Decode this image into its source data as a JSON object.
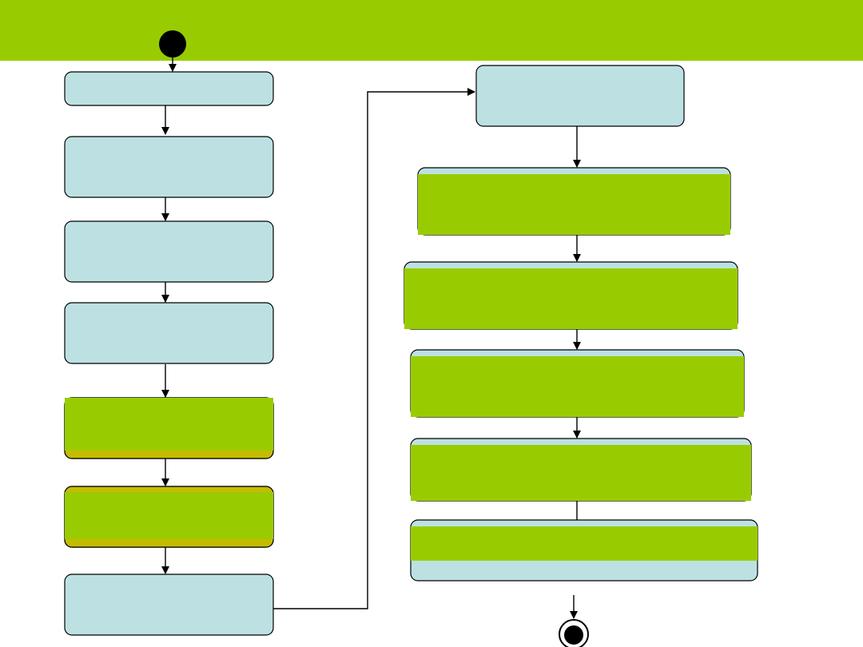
{
  "diagram": {
    "title": "",
    "colors": {
      "header_band": "#99cc00",
      "box_fill": "#bde1e2",
      "highlight_fill": "#99cc00",
      "highlight_edge": "#c4bc00",
      "line": "#000000"
    },
    "nodes": [
      {
        "id": "start",
        "kind": "start",
        "label": ""
      },
      {
        "id": "step-1",
        "kind": "action",
        "label": ""
      },
      {
        "id": "step-2",
        "kind": "action",
        "label": ""
      },
      {
        "id": "step-3",
        "kind": "action",
        "label": ""
      },
      {
        "id": "step-4",
        "kind": "action",
        "label": ""
      },
      {
        "id": "step-5",
        "kind": "action-highlight",
        "label": ""
      },
      {
        "id": "step-6",
        "kind": "action-highlight",
        "label": ""
      },
      {
        "id": "step-7",
        "kind": "action",
        "label": ""
      },
      {
        "id": "step-8",
        "kind": "action",
        "label": ""
      },
      {
        "id": "step-9",
        "kind": "action-highlight",
        "label": ""
      },
      {
        "id": "step-10",
        "kind": "action-highlight",
        "label": ""
      },
      {
        "id": "step-11",
        "kind": "action-highlight",
        "label": ""
      },
      {
        "id": "step-12",
        "kind": "action-highlight",
        "label": ""
      },
      {
        "id": "step-13",
        "kind": "action-highlight",
        "label": ""
      },
      {
        "id": "end",
        "kind": "end",
        "label": ""
      }
    ],
    "edges": [
      {
        "from": "start",
        "to": "step-1"
      },
      {
        "from": "step-1",
        "to": "step-2"
      },
      {
        "from": "step-2",
        "to": "step-3"
      },
      {
        "from": "step-3",
        "to": "step-4"
      },
      {
        "from": "step-4",
        "to": "step-5"
      },
      {
        "from": "step-5",
        "to": "step-6"
      },
      {
        "from": "step-6",
        "to": "step-7"
      },
      {
        "from": "step-7",
        "to": "step-8"
      },
      {
        "from": "step-8",
        "to": "step-9"
      },
      {
        "from": "step-9",
        "to": "step-10"
      },
      {
        "from": "step-10",
        "to": "step-11"
      },
      {
        "from": "step-11",
        "to": "step-12"
      },
      {
        "from": "step-12",
        "to": "step-13"
      },
      {
        "from": "step-13",
        "to": "end"
      }
    ]
  }
}
